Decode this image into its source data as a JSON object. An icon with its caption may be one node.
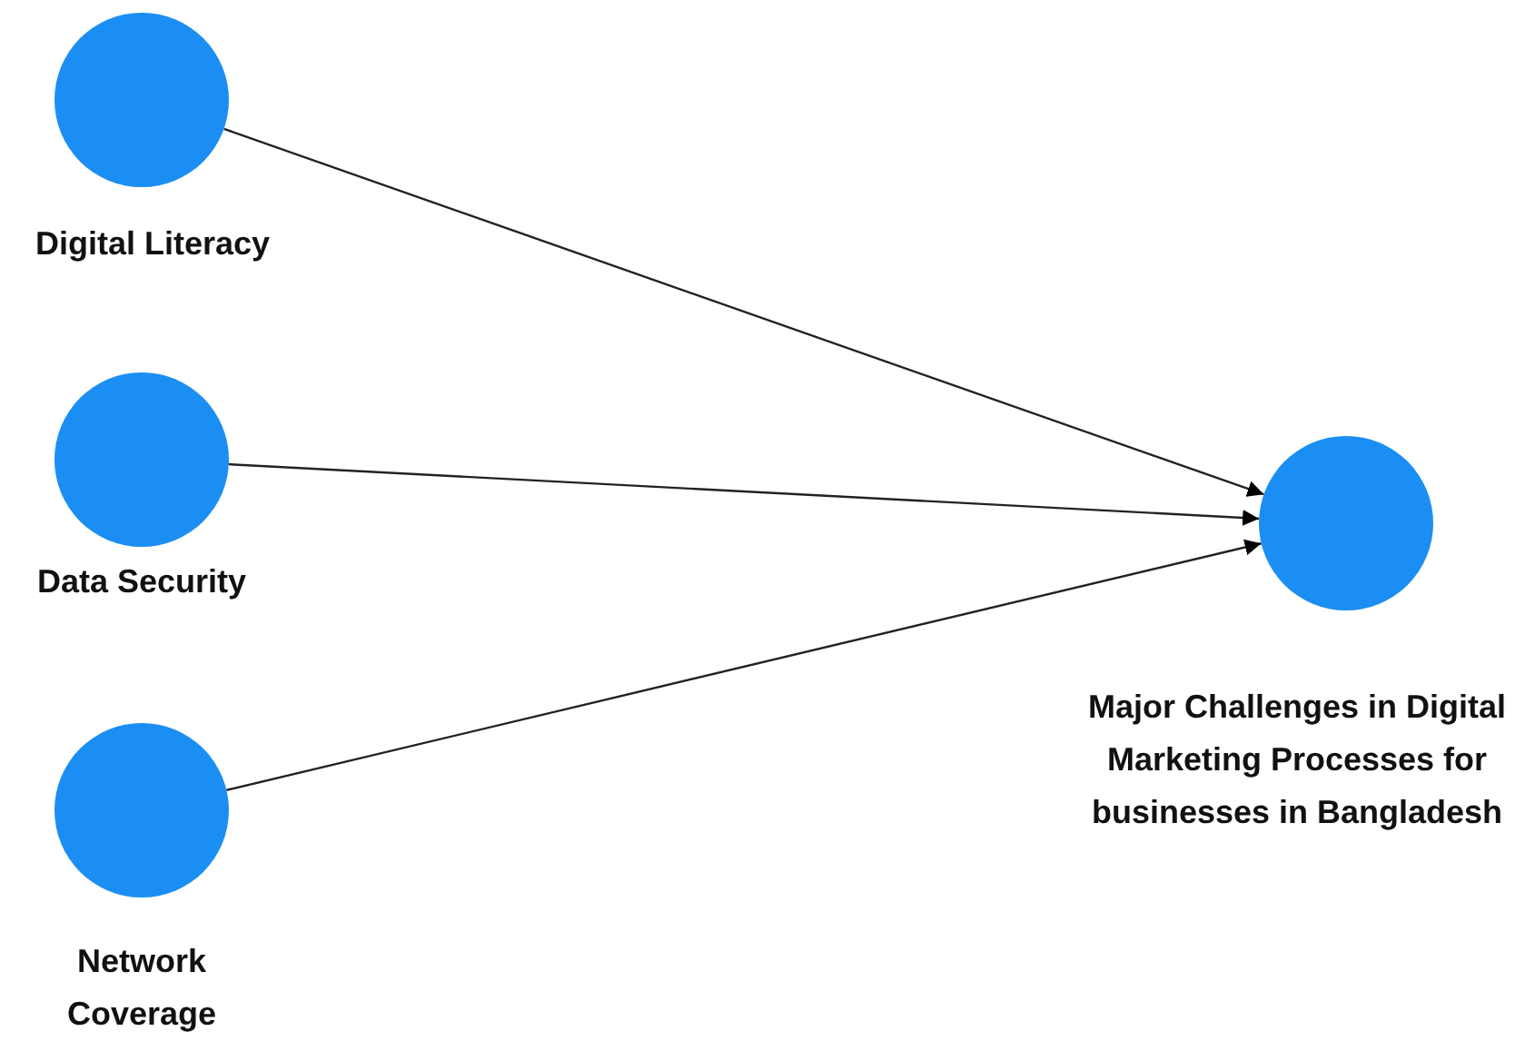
{
  "diagram": {
    "nodes": [
      {
        "text": [
          "Digital Literacy"
        ]
      },
      {
        "text": [
          "Data Security"
        ]
      },
      {
        "text": [
          "Network Coverage"
        ]
      },
      {
        "text": [
          "Major Challenges in Digital Marketing Processes for businesses in Bangladesh"
        ]
      }
    ],
    "edges": [
      {
        "from": 0,
        "to": 3,
        "arrow": "to"
      },
      {
        "from": 1,
        "to": 3,
        "arrow": "to"
      },
      {
        "from": 2,
        "to": 3,
        "arrow": "to"
      }
    ]
  }
}
